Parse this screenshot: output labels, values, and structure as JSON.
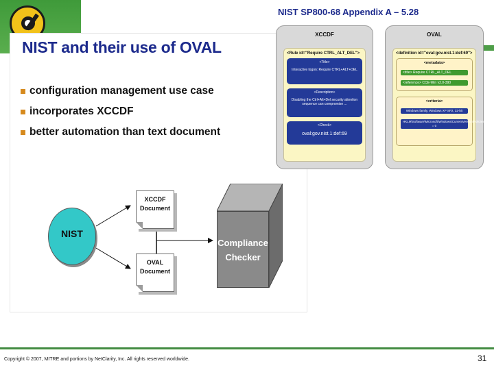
{
  "slide": {
    "title": "NIST and their use of OVAL",
    "bullets": [
      "configuration management use case",
      "incorporates XCCDF",
      "better automation than text document"
    ],
    "footer": {
      "copyright": "Copyright © 2007, MITRE and portions by NetClarity, Inc.  All rights reserved worldwide.",
      "page_number": "31"
    }
  },
  "appendix_figure": {
    "title": "NIST SP800-68 Appendix A – 5.28",
    "xccdf": {
      "header": "XCCDF",
      "rule_tag": "<Rule id=\"Require CTRL_ALT_DEL\">",
      "title_box": {
        "label": "<Title>",
        "text": "Interactive logon: Require CTRL+ALT+DEL"
      },
      "description_box": {
        "label": "<Description>",
        "text": "Disabling the Ctrl+Alt+Del security attention sequence can compromise ..."
      },
      "check_box": {
        "label": "<Check>",
        "text": "oval:gov.nist.1:def:69"
      }
    },
    "oval": {
      "header": "OVAL",
      "definition_tag": "<definition id=\"oval:gov.nist.1:def:69\">",
      "metadata": {
        "label": "<metadata>",
        "title": "<title> Require CTRL_ALT_DEL",
        "reference": "<reference> CCE-Win v2.0-390"
      },
      "criteria": {
        "label": "<criteria>",
        "line1": "Windows family, Windows XP SP2, 32-bit",
        "line2": "HKLM\\Software\\Microsoft\\Windows\\CurrentVersion\\Policies\\System\\DisableCAD = 0"
      }
    }
  },
  "diagram": {
    "nist": "NIST",
    "xccdf_doc": [
      "XCCDF",
      "Document"
    ],
    "oval_doc": [
      "OVAL",
      "Document"
    ],
    "checker": [
      "Compliance",
      "Checker"
    ]
  },
  "colors": {
    "title": "#1c2a8c",
    "bullet_square": "#d68a1e",
    "nist_circle": "#33c8c8",
    "checker": "#8a8a8a",
    "accent_green": "#3f9a3a"
  }
}
